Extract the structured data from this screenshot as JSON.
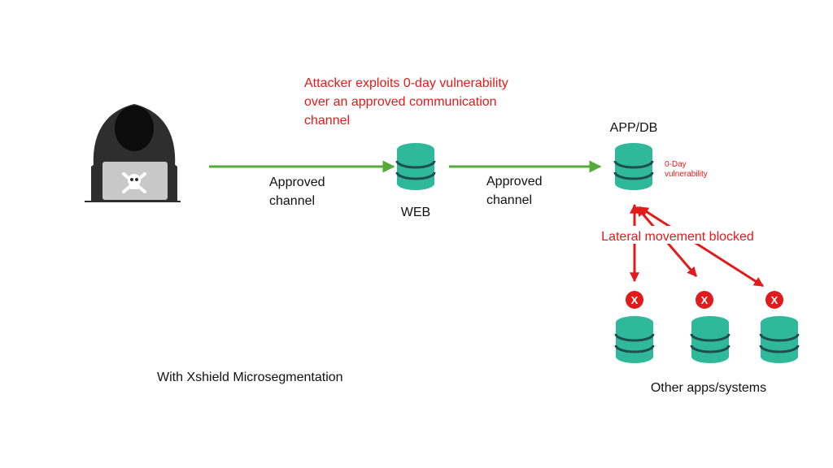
{
  "labels": {
    "attacker_note_line1": "Attacker exploits 0-day vulnerability",
    "attacker_note_line2": "over an approved communication",
    "attacker_note_line3": "channel",
    "approved_channel_1_line1": "Approved",
    "approved_channel_1_line2": "channel",
    "approved_channel_2_line1": "Approved",
    "approved_channel_2_line2": "channel",
    "web": "WEB",
    "app_db": "APP/DB",
    "zero_day_line1": "0-Day",
    "zero_day_line2": "vulnerability",
    "lateral_blocked": "Lateral movement blocked",
    "blocked_mark": "X",
    "other_systems": "Other apps/systems",
    "footer": "With Xshield Microsegmentation"
  },
  "colors": {
    "green_arrow": "#55aa3a",
    "red": "#e11b1b",
    "db_teal": "#2fb99a",
    "db_dark": "#1f4e4f",
    "hood": "#2e2e2e",
    "laptop": "#c8c8c8",
    "text": "#111111"
  },
  "icons": {
    "attacker": "hooded-hacker-icon",
    "server": "database-stack-icon",
    "blocked": "red-x-circle-icon",
    "skull": "skull-crossbones-icon"
  }
}
